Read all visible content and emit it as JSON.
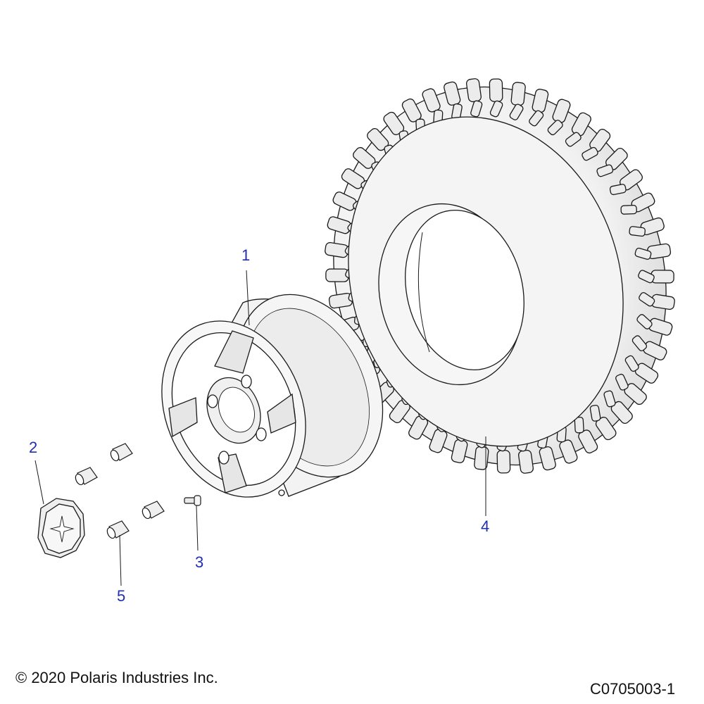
{
  "callouts": {
    "rim": "1",
    "hub_cap": "2",
    "valve_stem": "3",
    "tire": "4",
    "lug_nut": "5"
  },
  "footer": {
    "copyright": "© 2020 Polaris Industries Inc.",
    "figure_id": "C0705003-1"
  },
  "colors": {
    "callout_text": "#1f2fb0",
    "line_art": "#1a1a1a",
    "part_fill": "#f2f2f2"
  }
}
